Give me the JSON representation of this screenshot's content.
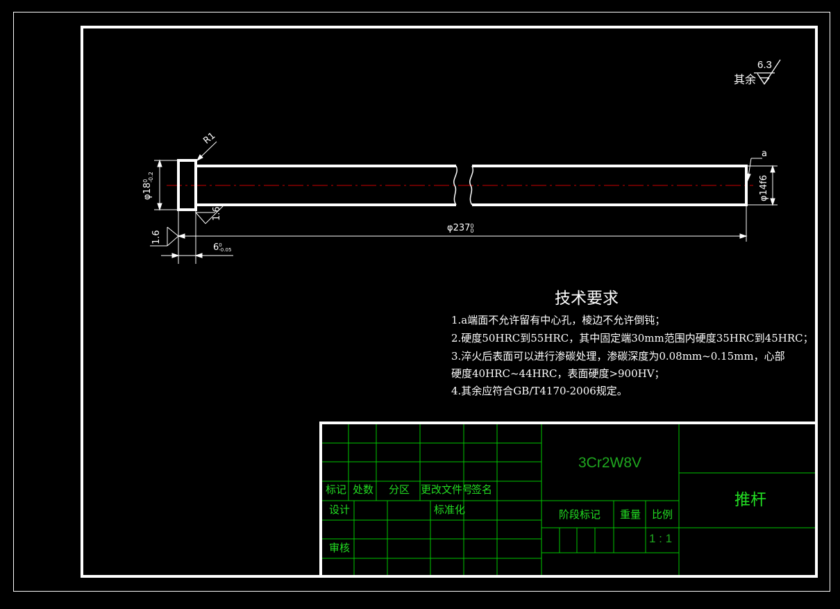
{
  "colors": {
    "background": "#000000",
    "border": "#ffffff",
    "table_lines": "#00c800",
    "table_text": "#22dd22",
    "centerline": "#cc0000",
    "outline": "#ffffff"
  },
  "drawing": {
    "roughness_rest_label": "其余",
    "roughness_rest_value": "6.3",
    "radius_label": "R1",
    "head_dia_label": "φ18",
    "head_dia_tol_upper": "0",
    "head_dia_tol_lower": "-0.2",
    "shank_dia_label": "φ14f6",
    "length_label": "φ237",
    "length_tol_upper": "0",
    "length_tol_lower": "0",
    "head_thk_label": "6",
    "head_thk_tol_upper": "0",
    "head_thk_tol_lower": "-0.05",
    "roughness_left_value": "1.6",
    "roughness_head_value": "1.6",
    "end_mark_label": "a"
  },
  "tech": {
    "title": "技术要求",
    "items": [
      "1.a端面不允许留有中心孔，棱边不允许倒钝；",
      "2.硬度50HRC到55HRC，其中固定端30mm范围内硬度35HRC到45HRC；",
      "3.淬火后表面可以进行渗碳处理，渗碳深度为0.08mm~0.15mm，心部",
      "硬度40HRC~44HRC，表面硬度>900HV；",
      "4.其余应符合GB/T4170-2006规定。"
    ]
  },
  "titleblock": {
    "material": "3Cr2W8V",
    "part_name": "推杆",
    "col_mark": "标记",
    "col_count": "处数",
    "col_zone": "分区",
    "col_doc": "更改文件号",
    "col_sign": "签名",
    "row_design": "设计",
    "row_standard": "标准化",
    "row_review": "审核",
    "stage_mark": "阶段标记",
    "weight": "重量",
    "scale_label": "比例",
    "scale_value": "1 : 1"
  }
}
